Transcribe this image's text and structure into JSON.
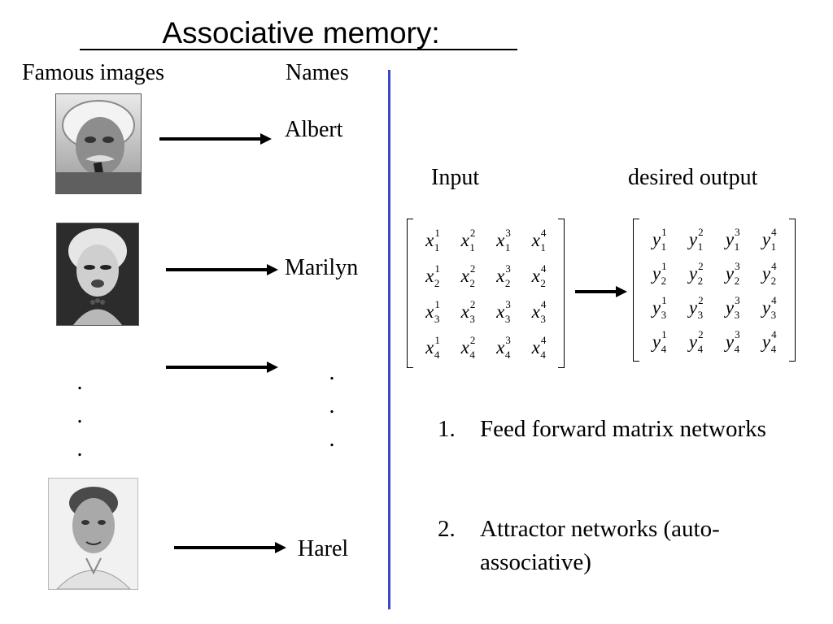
{
  "title": "Associative memory:",
  "left": {
    "header_images": "Famous images",
    "header_names": "Names",
    "names": [
      "Albert",
      "Marilyn",
      ".",
      ".",
      ".",
      "Harel"
    ],
    "left_dots": [
      ".",
      ".",
      "."
    ]
  },
  "right": {
    "input_label": "Input",
    "output_label": "desired output",
    "x_matrix": [
      [
        {
          "b": "x",
          "sup": "1",
          "sub": "1"
        },
        {
          "b": "x",
          "sup": "2",
          "sub": "1"
        },
        {
          "b": "x",
          "sup": "3",
          "sub": "1"
        },
        {
          "b": "x",
          "sup": "4",
          "sub": "1"
        }
      ],
      [
        {
          "b": "x",
          "sup": "1",
          "sub": "2"
        },
        {
          "b": "x",
          "sup": "2",
          "sub": "2"
        },
        {
          "b": "x",
          "sup": "3",
          "sub": "2"
        },
        {
          "b": "x",
          "sup": "4",
          "sub": "2"
        }
      ],
      [
        {
          "b": "x",
          "sup": "1",
          "sub": "3"
        },
        {
          "b": "x",
          "sup": "2",
          "sub": "3"
        },
        {
          "b": "x",
          "sup": "3",
          "sub": "3"
        },
        {
          "b": "x",
          "sup": "4",
          "sub": "3"
        }
      ],
      [
        {
          "b": "x",
          "sup": "1",
          "sub": "4"
        },
        {
          "b": "x",
          "sup": "2",
          "sub": "4"
        },
        {
          "b": "x",
          "sup": "3",
          "sub": "4"
        },
        {
          "b": "x",
          "sup": "4",
          "sub": "4"
        }
      ]
    ],
    "y_matrix": [
      [
        {
          "b": "y",
          "sup": "1",
          "sub": "1"
        },
        {
          "b": "y",
          "sup": "2",
          "sub": "1"
        },
        {
          "b": "y",
          "sup": "3",
          "sub": "1"
        },
        {
          "b": "y",
          "sup": "4",
          "sub": "1"
        }
      ],
      [
        {
          "b": "y",
          "sup": "1",
          "sub": "2"
        },
        {
          "b": "y",
          "sup": "2",
          "sub": "2"
        },
        {
          "b": "y",
          "sup": "3",
          "sub": "2"
        },
        {
          "b": "y",
          "sup": "4",
          "sub": "2"
        }
      ],
      [
        {
          "b": "y",
          "sup": "1",
          "sub": "3"
        },
        {
          "b": "y",
          "sup": "2",
          "sub": "3"
        },
        {
          "b": "y",
          "sup": "3",
          "sub": "3"
        },
        {
          "b": "y",
          "sup": "4",
          "sub": "3"
        }
      ],
      [
        {
          "b": "y",
          "sup": "1",
          "sub": "4"
        },
        {
          "b": "y",
          "sup": "2",
          "sub": "4"
        },
        {
          "b": "y",
          "sup": "3",
          "sub": "4"
        },
        {
          "b": "y",
          "sup": "4",
          "sub": "4"
        }
      ]
    ],
    "list": [
      {
        "num": "1.",
        "text": "Feed forward matrix networks"
      },
      {
        "num": "2.",
        "text": "Attractor networks (auto-associative)"
      }
    ]
  },
  "colors": {
    "divider": "#3b46c8"
  },
  "icons": [
    "portrait-albert",
    "portrait-marilyn",
    "portrait-harel",
    "arrow-right-icon"
  ]
}
